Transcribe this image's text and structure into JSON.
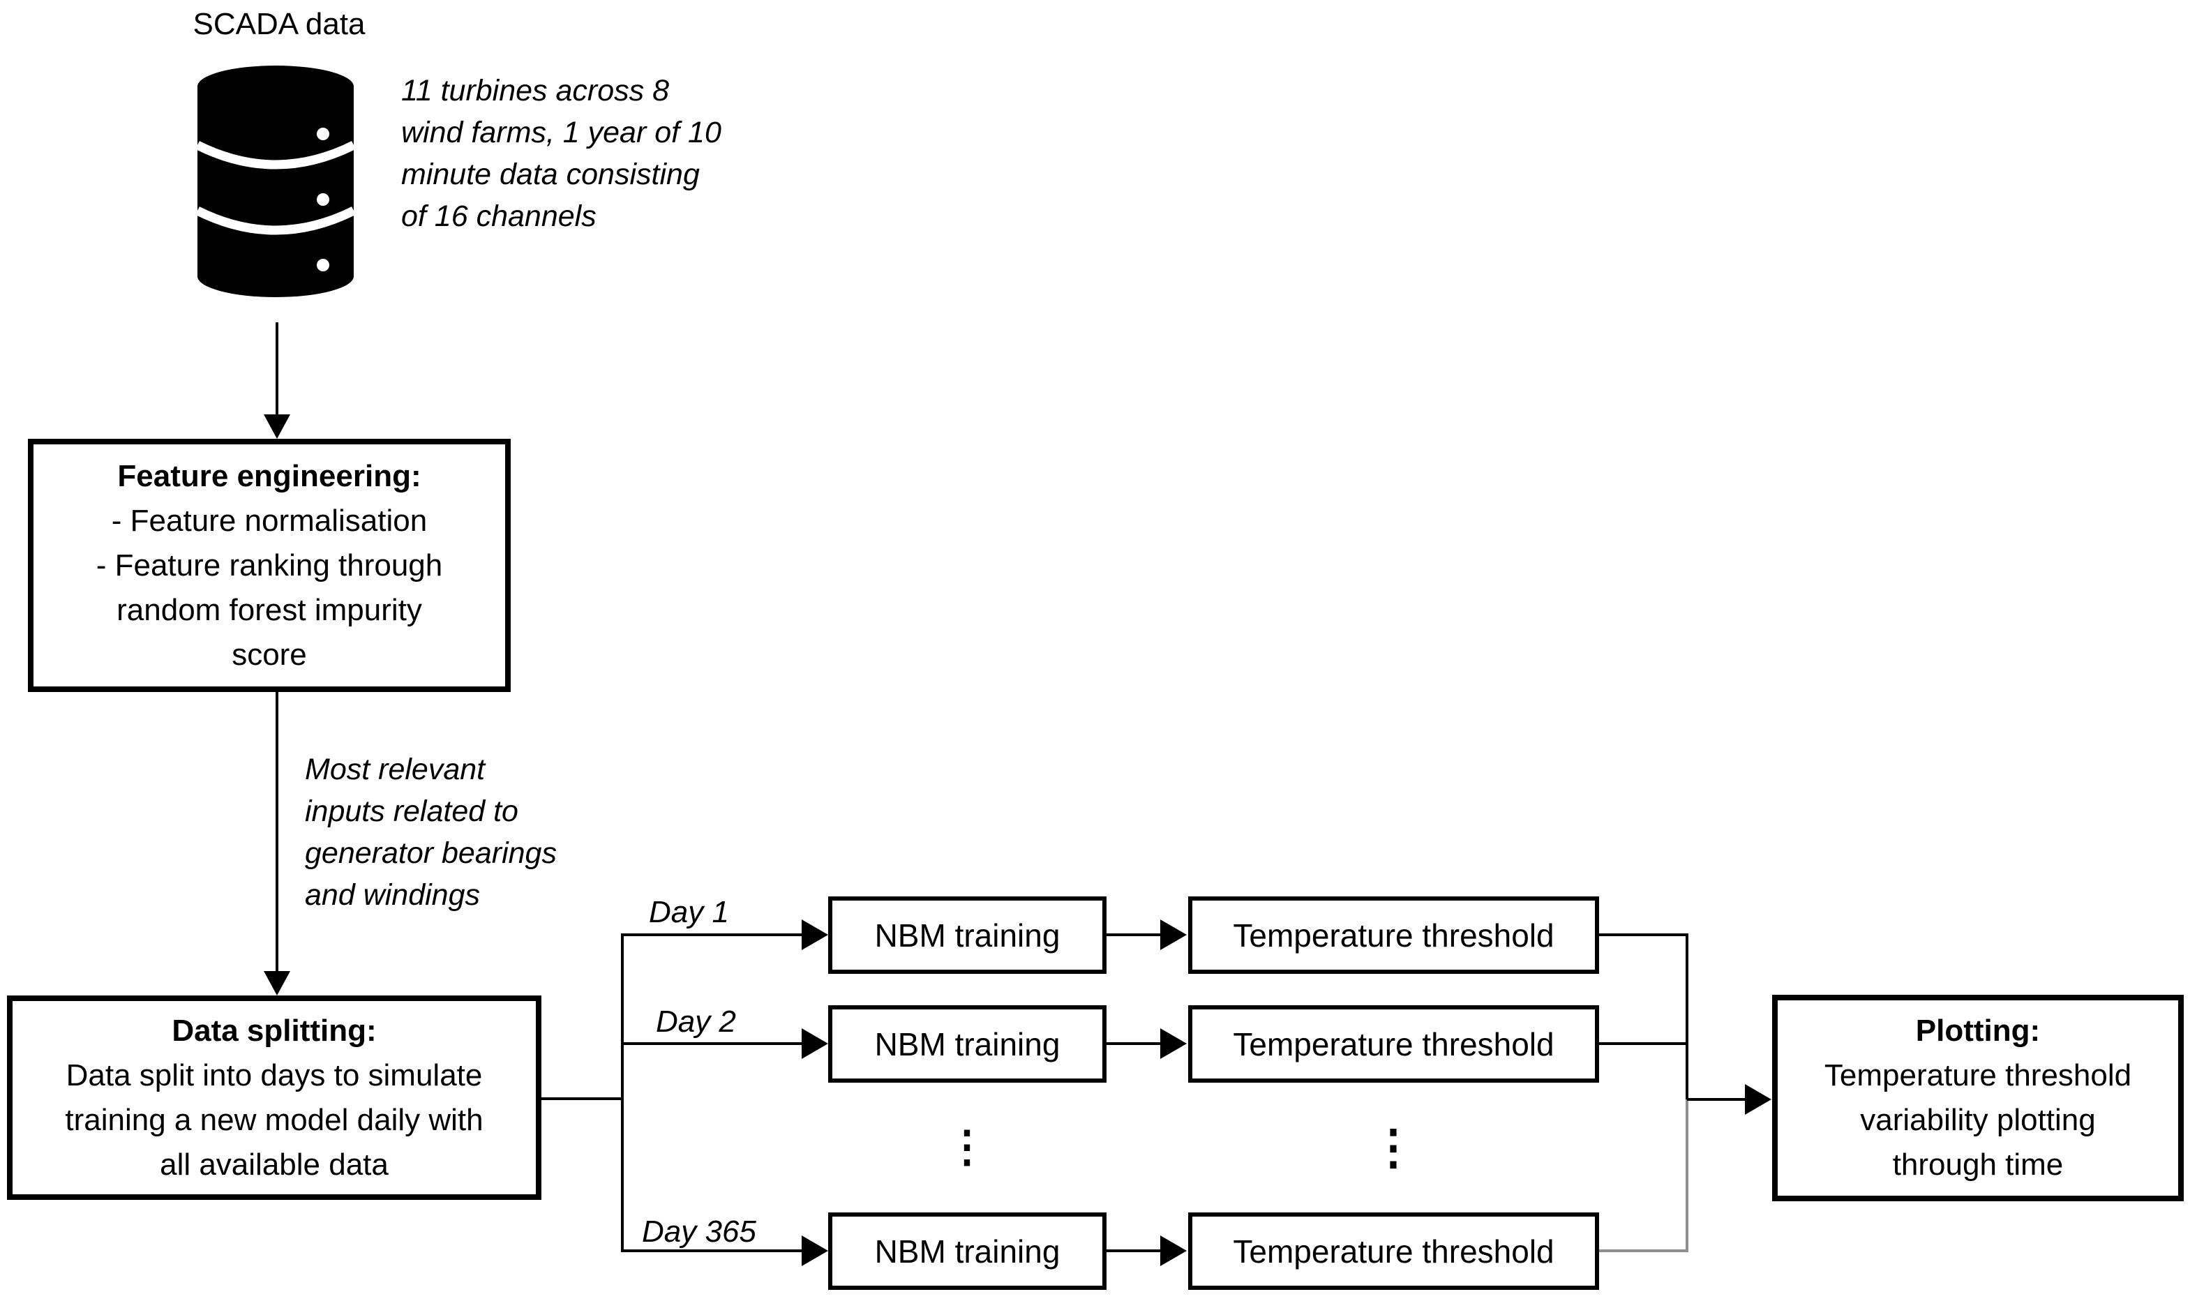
{
  "diagram": {
    "scada": {
      "title": "SCADA data",
      "annotation": "11 turbines across 8\nwind farms, 1 year of 10\nminute data consisting\nof 16 channels"
    },
    "feature_engineering": {
      "heading": "Feature engineering:",
      "body": "- Feature normalisation\n- Feature ranking through\nrandom forest impurity\nscore"
    },
    "flow_annotation": "Most relevant\ninputs related to\n generator bearings\nand windings",
    "data_splitting": {
      "heading": "Data splitting:",
      "body": "Data split into days to simulate\ntraining a new model daily with\nall available data"
    },
    "days": [
      {
        "label": "Day 1"
      },
      {
        "label": "Day 2"
      },
      {
        "label": "Day 365"
      }
    ],
    "nbm_label": "NBM training",
    "threshold_label": "Temperature threshold",
    "ellipsis": "⋮",
    "plotting": {
      "heading": "Plotting:",
      "body": "Temperature threshold\nvariability plotting\nthrough time"
    },
    "colors": {
      "line": "#000000",
      "secondary_line": "#8f8f8f"
    }
  }
}
